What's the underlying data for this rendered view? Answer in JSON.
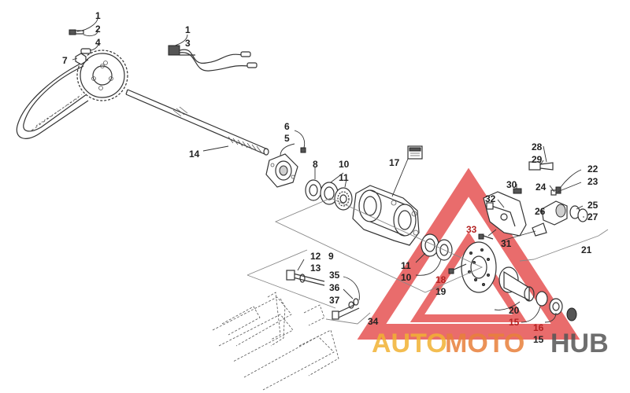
{
  "labels": {
    "l1a": "1",
    "l2": "2",
    "l4": "4",
    "l7": "7",
    "l1b": "1",
    "l3": "3",
    "l6": "6",
    "l5": "5",
    "l14": "14",
    "l8": "8",
    "l10a": "10",
    "l11a": "11",
    "l17": "17",
    "l9": "9",
    "l11b": "11",
    "l10b": "10",
    "l12": "12",
    "l13": "13",
    "l35": "35",
    "l36": "36",
    "l37": "37",
    "l34": "34",
    "l18": "18",
    "l19": "19",
    "l33": "33",
    "l31": "31",
    "l28": "28",
    "l29": "29",
    "l30": "30",
    "l32": "32",
    "l24": "24",
    "l22": "22",
    "l23": "23",
    "l26": "26",
    "l25": "25",
    "l27": "27",
    "l21": "21",
    "l20": "20",
    "l15a": "15",
    "l16": "16",
    "l15b": "15"
  },
  "watermark": {
    "auto": "AUTO",
    "moto": "MOTO",
    "hub": "HUB",
    "colors": {
      "auto": "#f2b233",
      "moto": "#e8803a",
      "hub": "#555555",
      "triangle": "#e23b3b"
    }
  }
}
